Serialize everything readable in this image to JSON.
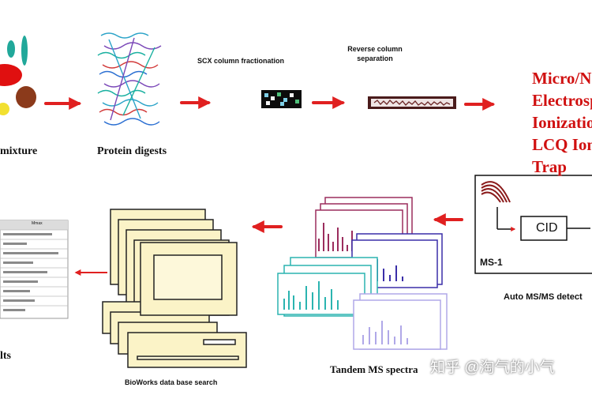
{
  "labels": {
    "mixture": "mixture",
    "protein_digests": "Protein digests",
    "scx": "SCX column fractionation",
    "reverse": "Reverse column separation",
    "auto_ms": "Auto MS/MS detect",
    "tandem": "Tandem MS spectra",
    "bioworks": "BioWorks data base search",
    "results": "lts"
  },
  "ionization_lines": [
    "Micro/Na",
    "Electrosp",
    "Ionizatio",
    "LCQ Ion",
    "Trap"
  ],
  "ms_panel": {
    "cid": "CID",
    "ms1": "MS-1"
  },
  "results_table": {
    "header": "Mmax"
  },
  "watermark": "知乎 @淘气的小气",
  "colors": {
    "arrow": "#e02020",
    "text_red": "#d01010"
  }
}
